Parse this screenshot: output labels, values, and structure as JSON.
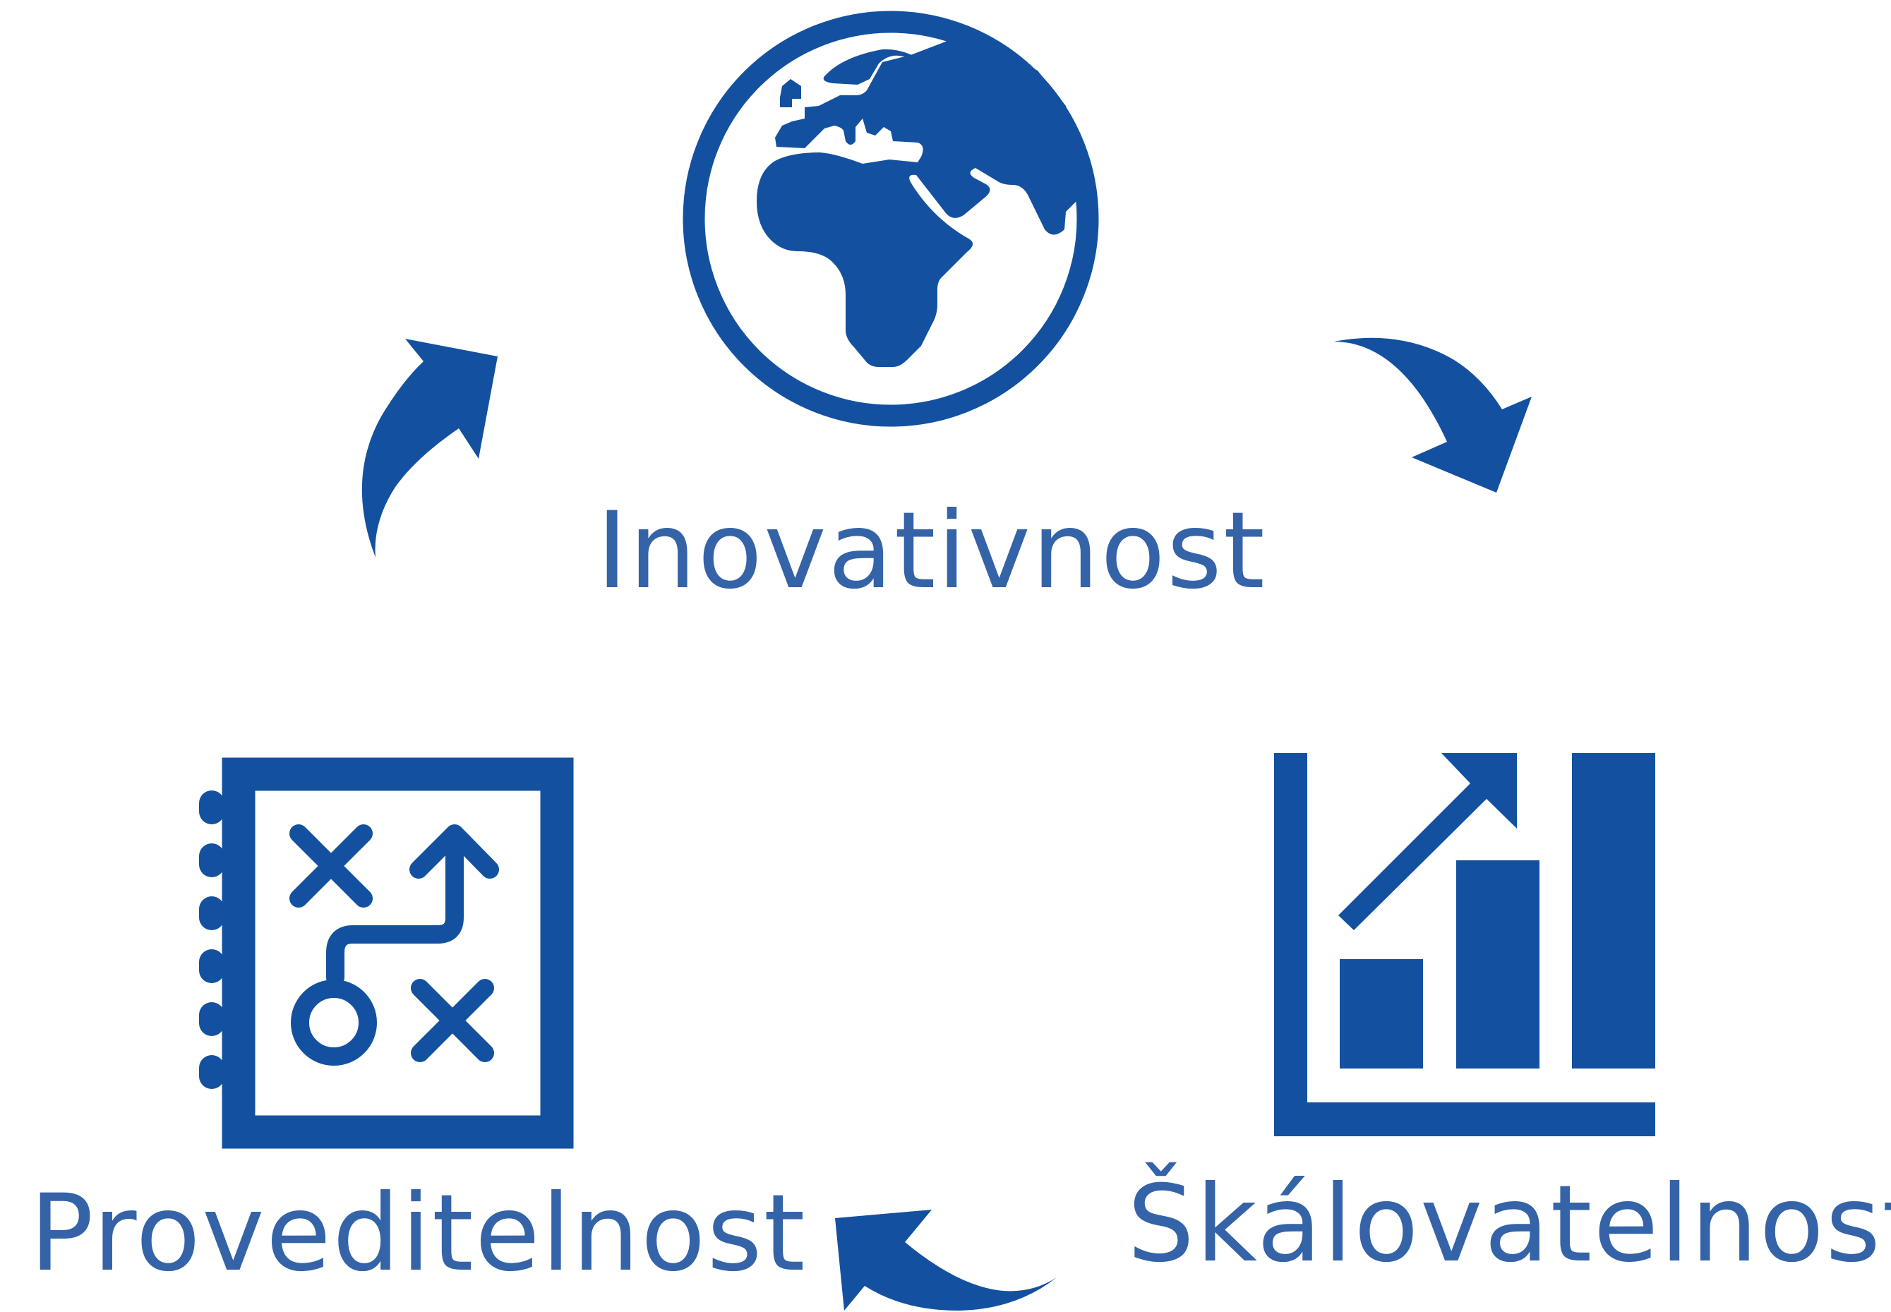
{
  "colors": {
    "icon": "#1351a0",
    "text": "#3463a8",
    "background": "#ffffff"
  },
  "nodes": [
    {
      "id": "innovation",
      "label": "Inovativnost",
      "icon": "globe-icon"
    },
    {
      "id": "scalability",
      "label": "Škálovatelnost",
      "icon": "growth-chart-icon"
    },
    {
      "id": "feasibility",
      "label": "Proveditelnost",
      "icon": "strategy-notebook-icon"
    }
  ],
  "cycle": [
    {
      "from": "feasibility",
      "to": "innovation"
    },
    {
      "from": "innovation",
      "to": "scalability"
    },
    {
      "from": "scalability",
      "to": "feasibility"
    }
  ]
}
